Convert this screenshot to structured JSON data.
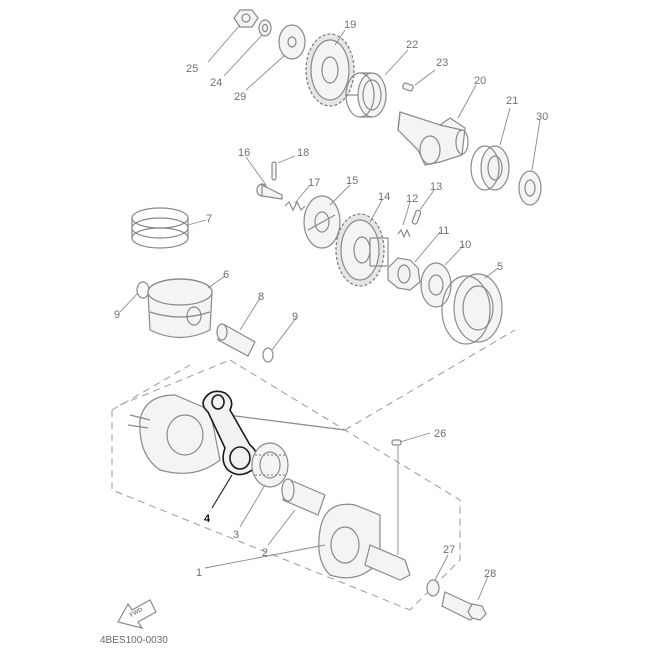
{
  "diagram": {
    "drawing_code": "4BES100-0030",
    "fwd_mark": "FWD",
    "highlighted_part": "4",
    "colors": {
      "line": "#8a8a8a",
      "highlight": "#1a1a1a",
      "background": "#ffffff"
    },
    "callouts": {
      "p1": "1",
      "p2": "2",
      "p3": "3",
      "p4": "4",
      "p5": "5",
      "p6": "6",
      "p7": "7",
      "p8": "8",
      "p9a": "9",
      "p9b": "9",
      "p10": "10",
      "p11": "11",
      "p12": "12",
      "p13": "13",
      "p14": "14",
      "p15": "15",
      "p16": "16",
      "p17": "17",
      "p18": "18",
      "p19": "19",
      "p20": "20",
      "p21": "21",
      "p22": "22",
      "p23": "23",
      "p24": "24",
      "p25": "25",
      "p26": "26",
      "p27": "27",
      "p28": "28",
      "p29": "29",
      "p30": "30"
    }
  }
}
